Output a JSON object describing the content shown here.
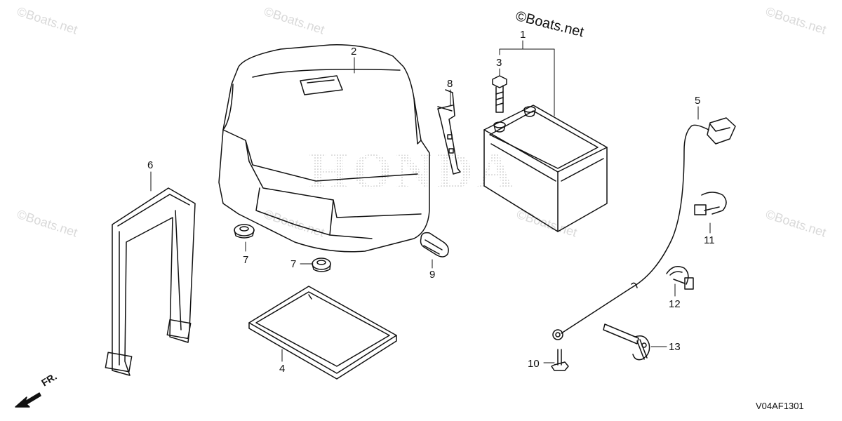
{
  "watermark_text": "©Boats.net",
  "copyright": "©Boats.net",
  "brand_watermark": "HONDA",
  "diagram_code": "V04AF1301",
  "front_marker": "FR.",
  "callouts": {
    "c1": "1",
    "c2": "2",
    "c3": "3",
    "c4": "4",
    "c5": "5",
    "c6": "6",
    "c7a": "7",
    "c7b": "7",
    "c8": "8",
    "c9": "9",
    "c10": "10",
    "c11": "11",
    "c12": "12",
    "c13": "13"
  }
}
